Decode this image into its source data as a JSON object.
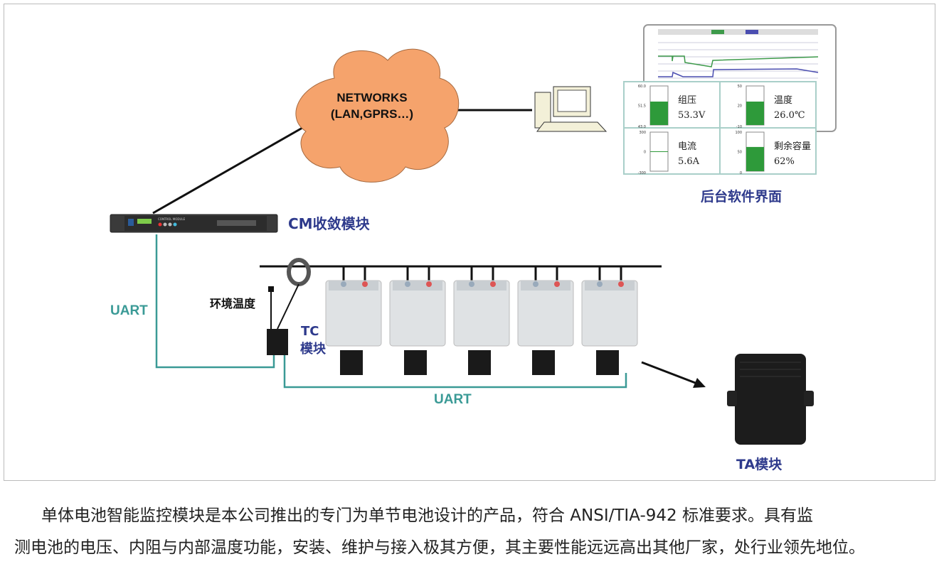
{
  "network": {
    "line1": "NETWORKS",
    "line2": "(LAN,GPRS…)"
  },
  "software": {
    "caption": "后台软件界面",
    "gauges": [
      {
        "name": "组压",
        "value": "53.3V",
        "ticks": [
          "60.0",
          "51.5",
          "43.0"
        ],
        "fill_fraction": 0.6
      },
      {
        "name": "温度",
        "value": "26.0℃",
        "ticks": [
          "50",
          "20",
          "-10"
        ],
        "fill_fraction": 0.6
      },
      {
        "name": "电流",
        "value": "5.6A",
        "ticks": [
          "300",
          "0",
          "-300"
        ],
        "fill_fraction": 0.5
      },
      {
        "name": "剩余容量",
        "value": "62%",
        "ticks": [
          "100",
          "50",
          "0"
        ],
        "fill_fraction": 0.62
      }
    ],
    "colors": {
      "voltage": "#3d9a4a",
      "current": "#4a4db0",
      "gauge_fill": "#2e9a3a"
    }
  },
  "cm": {
    "label": "CM收敛模块",
    "panel_text": "CONTROL MODULE"
  },
  "labels": {
    "uart_left": "UART",
    "uart_bottom": "UART",
    "env_temp": "环境温度",
    "tc_line1": "TC",
    "tc_line2": "模块",
    "ta": "TA模块"
  },
  "colors": {
    "uart_line": "#3a9a96",
    "label_blue": "#2e3a8c",
    "cloud": "#f5a36c"
  },
  "description": {
    "line1": "单体电池智能监控模块是本公司推出的专门为单节电池设计的产品，符合 ANSI/TIA-942 标准要求。具有监",
    "line2": "测电池的电压、内阻与内部温度功能，安装、维护与接入极其方便，其主要性能远远高出其他厂家，处行业领先地位。"
  }
}
